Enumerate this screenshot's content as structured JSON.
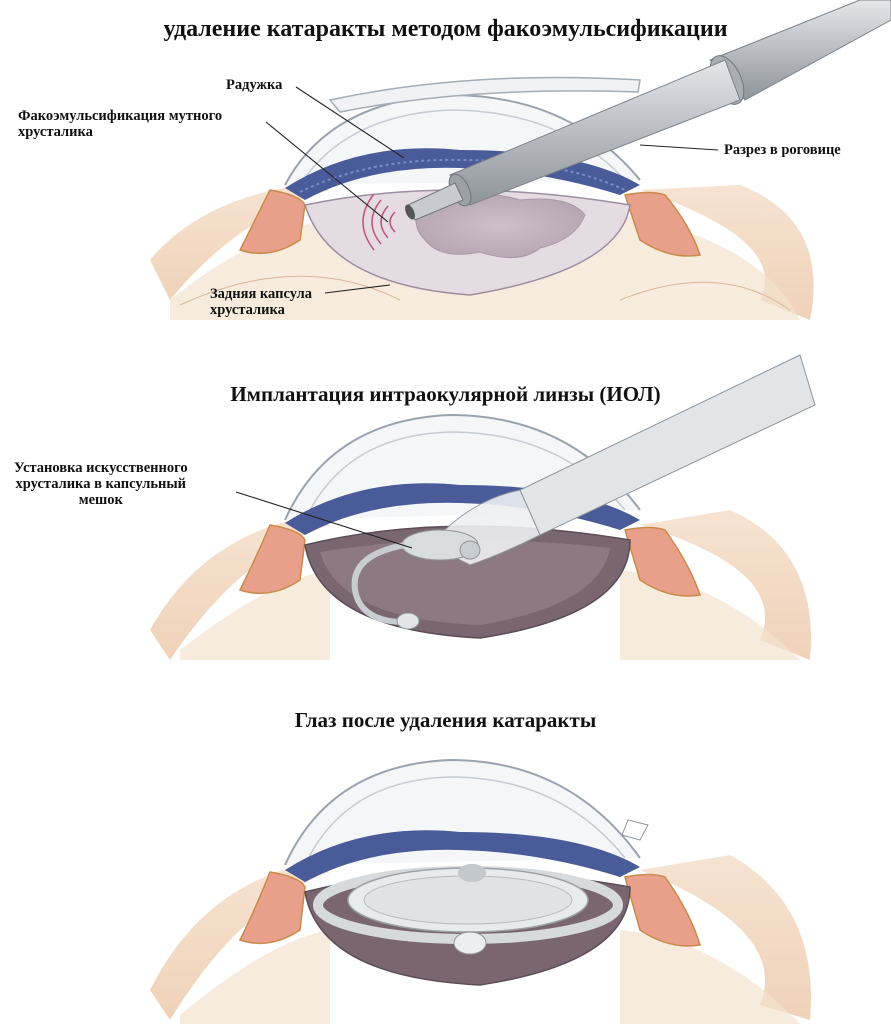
{
  "panel1": {
    "title": "удаление катаракты методом факоэмульсификации",
    "labels": {
      "iris": "Радужка",
      "phaco": "Факоэмульсификация мутного\nхрусталика",
      "incision": "Разрез в роговице",
      "capsule": "Задняя капсула\nхрусталика"
    }
  },
  "panel2": {
    "title": "Имплантация интраокулярной линзы (ИОЛ)",
    "labels": {
      "insertion": "Установка искусственного\nхрусталика в капсульный\nмешок"
    }
  },
  "panel3": {
    "title": "Глаз после удаления катаракты"
  },
  "colors": {
    "iris": "#4a5b9a",
    "ciliary": "#e9a08a",
    "sclera": "#f3dcc9",
    "lens_clouded": "#d9cdd7",
    "cornea": "#eef1f4",
    "instrument": "#b8bcc2",
    "iol": "#d8dcdf"
  }
}
